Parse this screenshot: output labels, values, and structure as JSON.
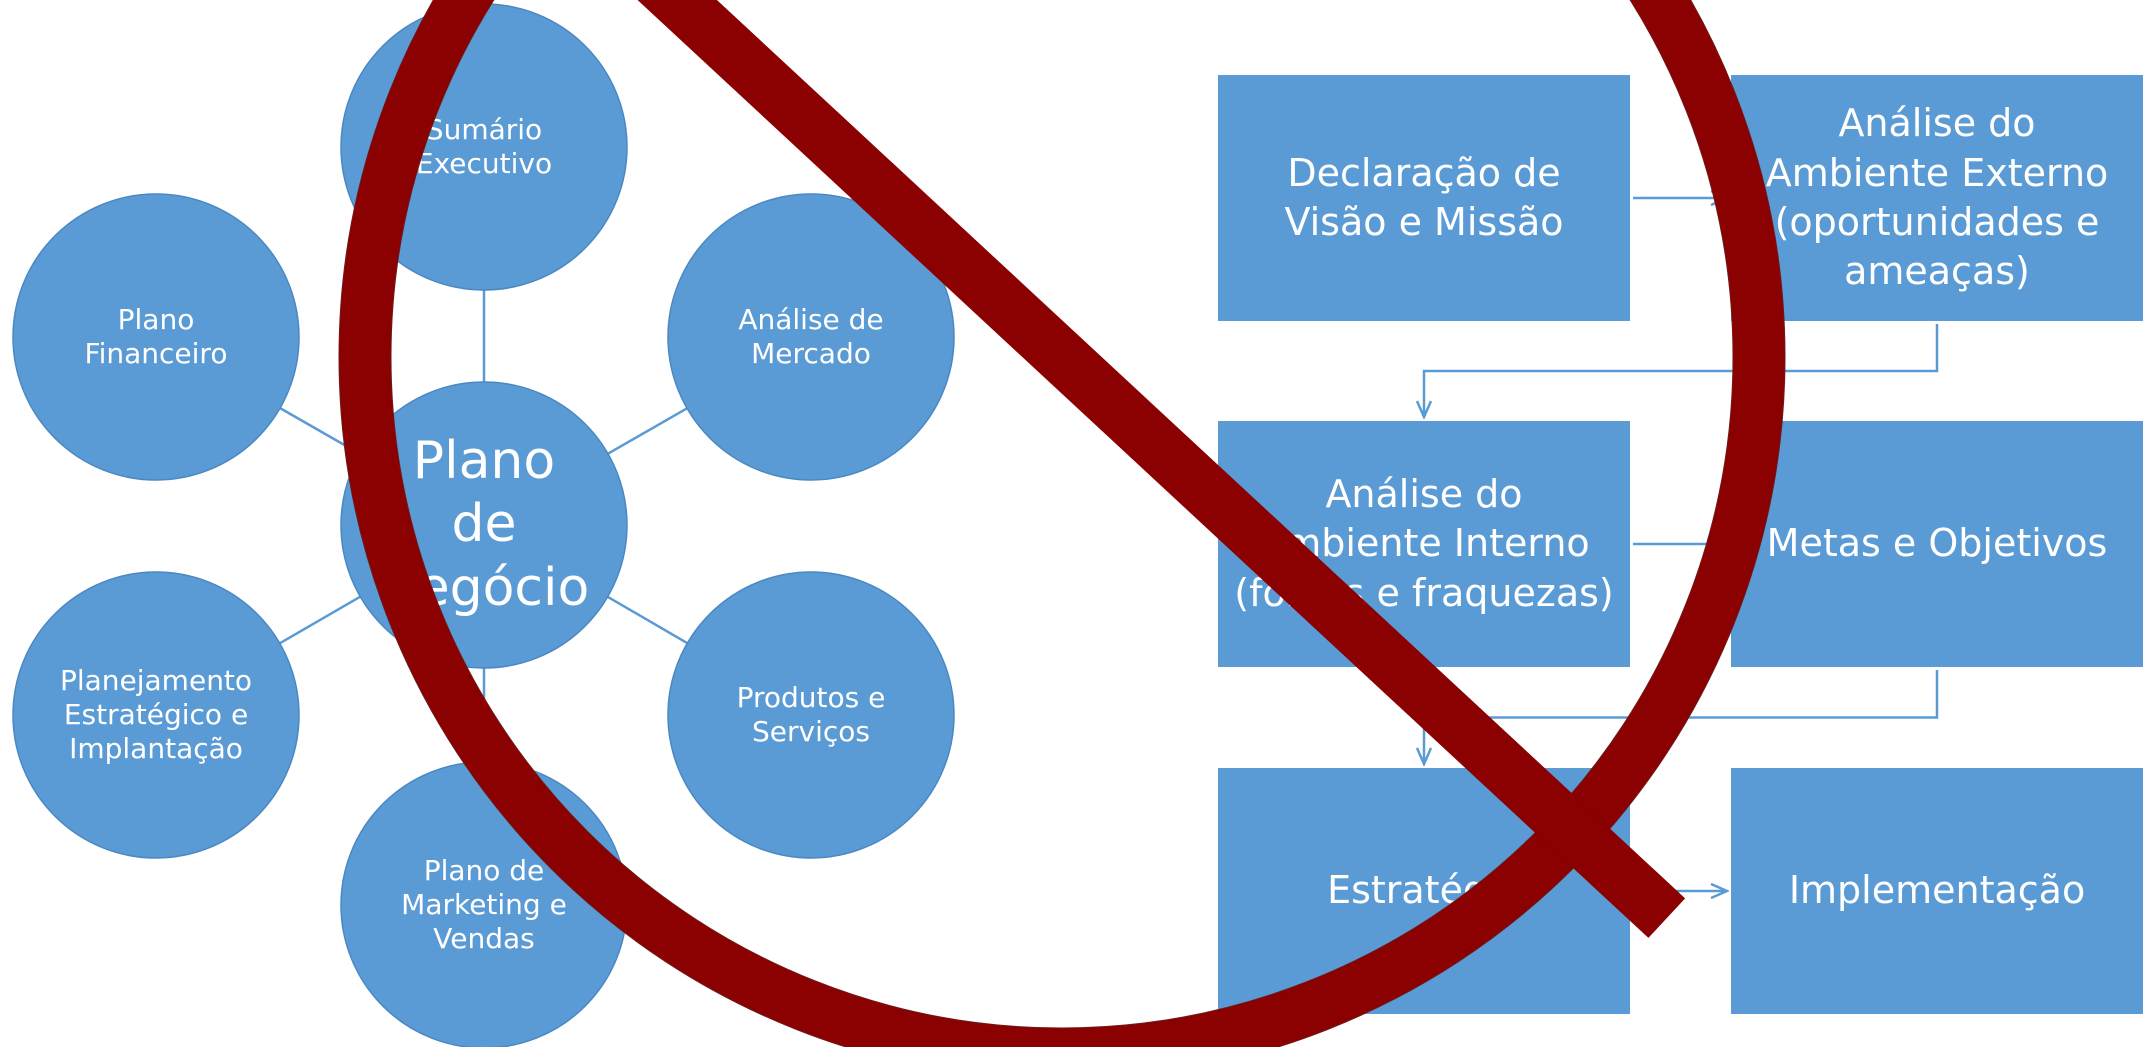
{
  "colors": {
    "fill": "#5b9bd5",
    "line": "#5b9bd5",
    "stroke": "#4a88c2",
    "prohibition": "#8b0000",
    "background": "#ffffff"
  },
  "mind_map": {
    "center": "Plano\nde\nNegócio",
    "nodes": [
      {
        "id": "sumario",
        "label": "Sumário\nExecutivo"
      },
      {
        "id": "mercado",
        "label": "Análise de\nMercado"
      },
      {
        "id": "produtos",
        "label": "Produtos e\nServiços"
      },
      {
        "id": "marketing",
        "label": "Plano de\nMarketing e\nVendas"
      },
      {
        "id": "planejamento",
        "label": "Planejamento\nEstratégico e\nImplantação"
      },
      {
        "id": "financeiro",
        "label": "Plano\nFinanceiro"
      }
    ]
  },
  "flowchart": {
    "steps": [
      {
        "id": "visao",
        "label": "Declaração de\nVisão e Missão"
      },
      {
        "id": "externo",
        "label": "Análise do\nAmbiente Externo\n(oportunidades e\nameaças)"
      },
      {
        "id": "interno",
        "label": "Análise do\nAmbiente Interno\n(forças e fraquezas)"
      },
      {
        "id": "metas",
        "label": "Metas e Objetivos"
      },
      {
        "id": "estrategia",
        "label": "Estratégia"
      },
      {
        "id": "implementacao",
        "label": "Implementação"
      }
    ],
    "arrows": [
      [
        "visao",
        "externo"
      ],
      [
        "externo",
        "interno"
      ],
      [
        "interno",
        "metas"
      ],
      [
        "metas",
        "estrategia"
      ],
      [
        "estrategia",
        "implementacao"
      ]
    ]
  },
  "prohibition_icon": {
    "name": "no-symbol-icon"
  }
}
